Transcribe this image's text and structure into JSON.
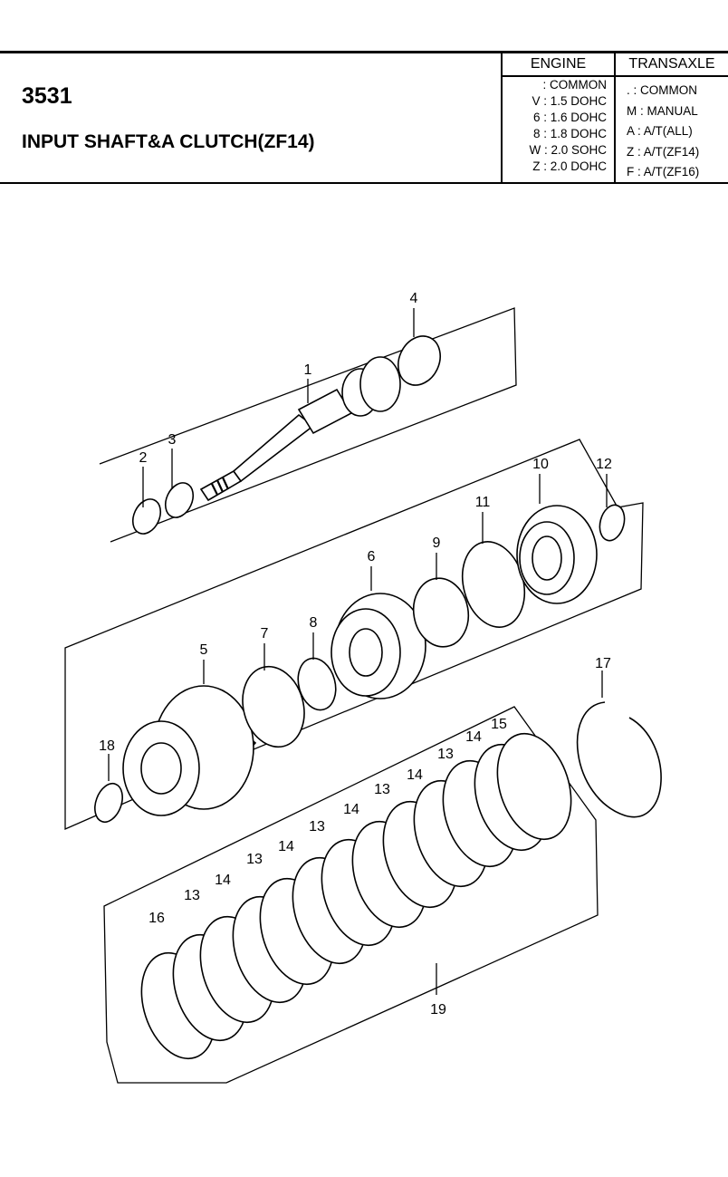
{
  "header": {
    "code": "3531",
    "title": "INPUT SHAFT&A CLUTCH(ZF14)"
  },
  "engine": {
    "heading": "ENGINE",
    "rows": [
      " : COMMON",
      "V : 1.5 DOHC",
      "6 : 1.6 DOHC",
      "8 : 1.8 DOHC",
      "W : 2.0 SOHC",
      "Z : 2.0 DOHC"
    ]
  },
  "transaxle": {
    "heading": "TRANSAXLE",
    "rows": [
      ". : COMMON",
      "M : MANUAL",
      "A : A/T(ALL)",
      "Z : A/T(ZF14)",
      "F : A/T(ZF16)"
    ]
  },
  "callouts": [
    "1",
    "2",
    "3",
    "4",
    "5",
    "6",
    "7",
    "8",
    "9",
    "10",
    "11",
    "12",
    "13",
    "13",
    "13",
    "13",
    "13",
    "14",
    "14",
    "14",
    "14",
    "14",
    "15",
    "16",
    "17",
    "18",
    "19"
  ]
}
